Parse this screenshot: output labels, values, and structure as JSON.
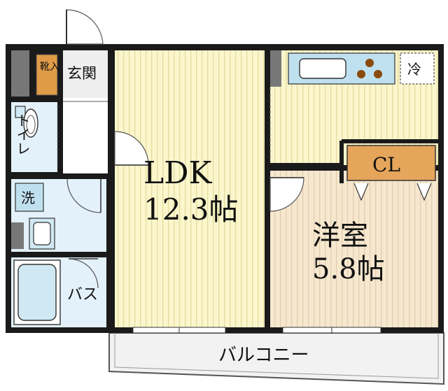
{
  "rooms": {
    "ldk": {
      "name": "LDK",
      "size": "12.3帖"
    },
    "western": {
      "name": "洋室",
      "size": "5.8帖"
    },
    "closet": {
      "label": "CL"
    },
    "genkan": {
      "label": "玄関"
    },
    "shoe_box": {
      "label": "靴入"
    },
    "toilet": {
      "label": "トイレ"
    },
    "washer": {
      "label": "洗"
    },
    "bath": {
      "label": "バス"
    },
    "fridge": {
      "label": "冷"
    },
    "balcony": {
      "label": "バルコニー"
    }
  },
  "colors": {
    "ldk_floor": "#fbf6cc",
    "ldk_stripe": "#e3dca0",
    "western_floor": "#f6e7cf",
    "western_stripe": "#e3cfaf",
    "kitchen_floor": "#fbf6cc",
    "wet_area": "#e3f1fa",
    "closet": "#e5a55b",
    "shoe_box": "#e09b48",
    "counter": "#bfe0ef",
    "wall": "#1a1a1a",
    "pillar": "#777777",
    "balcony": "#f2f2f2"
  },
  "icons": [
    "sink-icon",
    "stove-burners-icon",
    "toilet-bowl-icon",
    "washbasin-icon",
    "bathtub-icon",
    "door-swing-icon"
  ]
}
